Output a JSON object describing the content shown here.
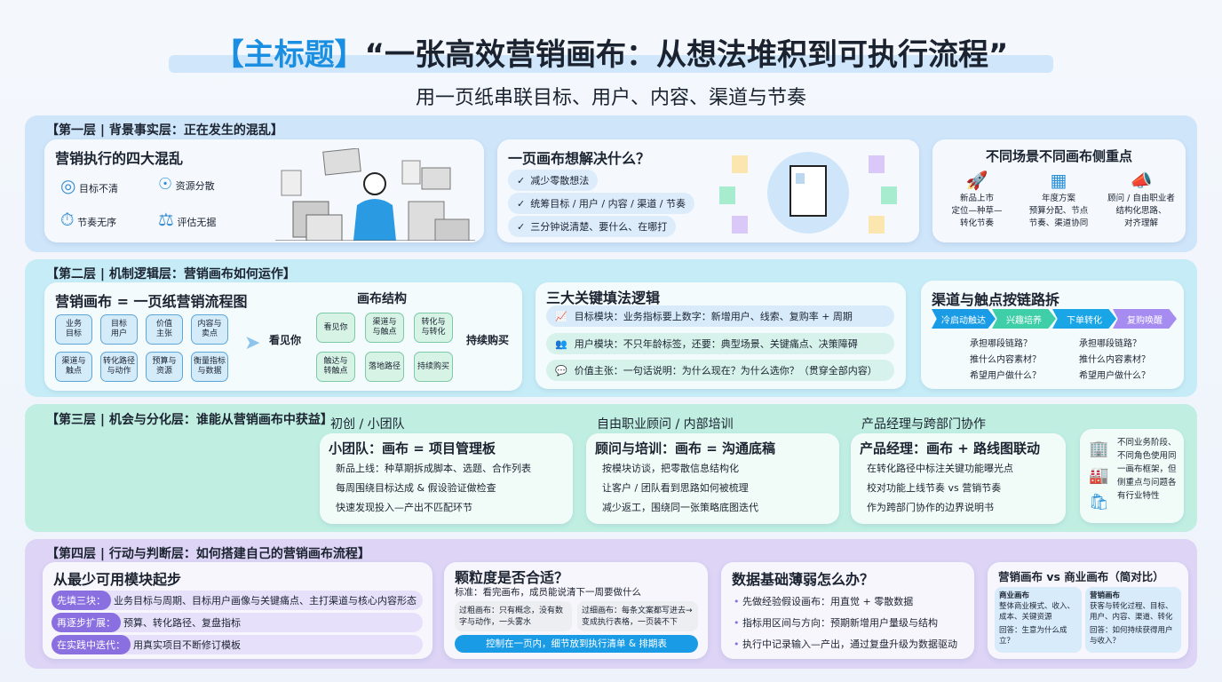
{
  "header": {
    "tag": "【主标题】",
    "title": "“一张高效营销画布：从想法堆积到可执行流程”",
    "subtitle": "用一页纸串联目标、用户、内容、渠道与节奏"
  },
  "layer1": {
    "label": "【第一层 | 背景事实层：正在发生的混乱】",
    "chaos": {
      "title": "营销执行的四大混乱",
      "items": [
        {
          "icon": "target-icon",
          "label": "目标不清"
        },
        {
          "icon": "scattered-coins-icon",
          "label": "资源分散"
        },
        {
          "icon": "stopwatch-icon",
          "label": "节奏无序"
        },
        {
          "icon": "scales-icon",
          "label": "评估无据"
        }
      ]
    },
    "solve": {
      "title": "一页画布想解决什么？",
      "items": [
        "减少零散想法",
        "统筹目标 / 用户 / 内容 / 渠道 / 节奏",
        "三分钟说清楚、要什么、在哪打"
      ]
    },
    "scenes": {
      "title": "不同场景不同画布侧重点",
      "items": [
        {
          "icon": "rocket-icon",
          "text": "新品上市\n定位—种草—\n转化节奏"
        },
        {
          "icon": "calendar-icon",
          "text": "年度方案\n预算分配、节点\n节奏、渠道协同"
        },
        {
          "icon": "megaphone-user-icon",
          "text": "顾问 / 自由职业者\n结构化思路、\n对齐理解"
        }
      ]
    }
  },
  "layer2": {
    "label": "【第二层 | 机制逻辑层：营销画布如何运作】",
    "flow": {
      "title": "营销画布 = 一页纸营销流程图",
      "top": [
        "业务\n目标",
        "目标\n用户",
        "价值\n主张",
        "内容与\n卖点"
      ],
      "bottom": [
        "渠道与\n触点",
        "转化路径\n与动作",
        "预算与\n资源",
        "衡量指标\n与数据"
      ],
      "structure_title": "画布结构",
      "start": "看见你",
      "end": "持续购买",
      "s_top": [
        "看见你",
        "渠道与\n与触点",
        "转化与\n与转化"
      ],
      "s_bottom": [
        "触达与\n转触点",
        "落地路径",
        "持续购买"
      ]
    },
    "logic": {
      "title": "三大关键填法逻辑",
      "items": [
        {
          "icon": "growth-chart-icon",
          "text": "目标模块：业务指标要上数字：新增用户、线索、复购率 + 周期"
        },
        {
          "icon": "users-icon",
          "text": "用户模块：不只年龄标签，还要：典型场景、关键痛点、决策障碍"
        },
        {
          "icon": "speech-bubble-icon",
          "text": "价值主张：一句话说明：为什么现在？为什么选你？（贯穿全部内容）"
        }
      ]
    },
    "channel": {
      "title": "渠道与触点按链路拆",
      "stages": [
        "冷启动触达",
        "兴趣培养",
        "下单转化",
        "复购唤醒"
      ],
      "questions": [
        "承担哪段链路？",
        "推什么内容素材？",
        "希望用户做什么？"
      ]
    }
  },
  "layer3": {
    "label": "【第三层 | 机会与分化层：谁能从营销画布中获益】",
    "groups": [
      {
        "heading": "初创 / 小团队",
        "title": "小团队：画布 = 项目管理板",
        "items": [
          "新品上线：种草期拆成脚本、选题、合作列表",
          "每周围绕目标达成 & 假设验证做检查",
          "快速发现投入—产出不匹配环节"
        ]
      },
      {
        "heading": "自由职业顾问 / 内部培训",
        "title": "顾问与培训：画布 = 沟通底稿",
        "items": [
          "按模块访谈，把零散信息结构化",
          "让客户 / 团队看到思路如何被梳理",
          "减少返工，围绕同一张策略底图迭代"
        ]
      },
      {
        "heading": "产品经理与跨部门协作",
        "title": "产品经理：画布 + 路线图联动",
        "items": [
          "在转化路径中标注关键功能曝光点",
          "校对功能上线节奏 vs 营销节奏",
          "作为跨部门协作的边界说明书"
        ]
      }
    ],
    "note": {
      "text": "不同业务阶段、不同角色使用同一画布框架，但侧重点与问题各有行业特性",
      "icons": [
        "buildings-icon",
        "factory-icon",
        "shopping-bag-icon"
      ]
    }
  },
  "layer4": {
    "label": "【第四层 | 行动与判断层：如何搭建自己的营销画布流程】",
    "start": {
      "title": "从最少可用模块起步",
      "items": [
        {
          "tag": "先填三块：",
          "text": "业务目标与周期、目标用户画像与关键痛点、主打渠道与核心内容形态"
        },
        {
          "tag": "再逐步扩展：",
          "text": "预算、转化路径、复盘指标"
        },
        {
          "tag": "在实践中迭代：",
          "text": "用真实项目不断修订模板"
        }
      ]
    },
    "granularity": {
      "title": "颗粒度是否合适？",
      "standard": "标准：看完画布，成员能说清下一周要做什么",
      "coarse": "过粗画布：只有概念，没有数字与动作，一头雾水",
      "fine": "过细画布：每条文案都写进去→变成执行表格，一页装不下",
      "tip": "控制在一页内，细节放到执行清单 & 排期表"
    },
    "data": {
      "title": "数据基础薄弱怎么办？",
      "items": [
        "先做经验假设画布：用直觉 + 零散数据",
        "指标用区间与方向：预期新增用户量级与结构",
        "执行中记录输入—产出，通过复盘升级为数据驱动"
      ]
    },
    "compare": {
      "title": "营销画布 vs 商业画布（简对比）",
      "left": {
        "name": "商业画布",
        "desc": "整体商业模式、收入、成本、关键资源",
        "q": "回答：生意为什么成立？"
      },
      "right": {
        "name": "营销画布",
        "desc": "获客与转化过程、目标、用户、内容、渠道、转化",
        "q": "回答：如何持续获得用户与收入？"
      }
    }
  },
  "colors": {
    "accent": "#1a8ee0",
    "layer1": "#cfe5fa",
    "layer2": "#c6edf7",
    "layer3": "#c0efe2",
    "layer4": "#ddd4f6",
    "stage1": "#1a9be6",
    "stage2": "#3fcfa8",
    "stage3": "#1aa6e6",
    "stage4": "#a68bf0"
  }
}
